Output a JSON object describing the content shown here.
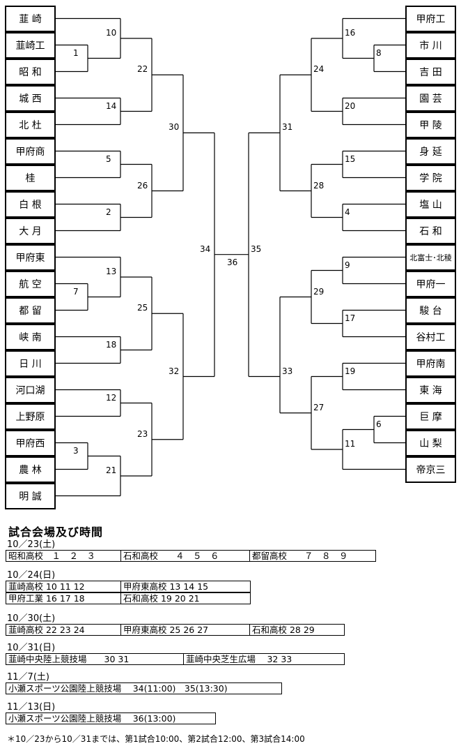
{
  "left_teams": [
    "韮 崎",
    "韮崎工",
    "昭 和",
    "城 西",
    "北 杜",
    "甲府商",
    "桂",
    "白 根",
    "大 月",
    "甲府東",
    "航 空",
    "都 留",
    "峡 南",
    "日 川",
    "河口湖",
    "上野原",
    "甲府西",
    "農 林",
    "明 誠"
  ],
  "right_teams": [
    "甲府工",
    "市 川",
    "吉 田",
    "園 芸",
    "甲 陵",
    "身 延",
    "学 院",
    "塩 山",
    "石 和",
    "北富士･北稜",
    "甲府一",
    "駿 台",
    "谷村工",
    "甲府南",
    "東 海",
    "巨 摩",
    "山 梨",
    "帝京三"
  ],
  "left_matches": {
    "m1": "1",
    "m10": "10",
    "m14": "14",
    "m22": "22",
    "m5": "5",
    "m2": "2",
    "m26": "26",
    "m30": "30",
    "m7": "7",
    "m13": "13",
    "m18": "18",
    "m25": "25",
    "m3": "3",
    "m21": "21",
    "m12": "12",
    "m23": "23",
    "m32": "32",
    "m34": "34"
  },
  "right_matches": {
    "m8": "8",
    "m16": "16",
    "m20": "20",
    "m24": "24",
    "m15": "15",
    "m4": "4",
    "m28": "28",
    "m31": "31",
    "m9": "9",
    "m17": "17",
    "m29": "29",
    "m6": "6",
    "m19": "19",
    "m11": "11",
    "m27": "27",
    "m33": "33",
    "m35": "35"
  },
  "final_match": "36",
  "schedule": {
    "title": "試合会場及び時間",
    "days": [
      {
        "date": "10／23(土)",
        "rows": [
          [
            "昭和高校　１　２　３",
            "石和高校　　４　５　６",
            "都留高校　　７　８　９"
          ]
        ]
      },
      {
        "date": "10／24(日)",
        "rows": [
          [
            "韮崎高校  10  11  12",
            "甲府東高校  13  14  15"
          ],
          [
            "甲府工業  16  17  18",
            "石和高校  19  20  21"
          ]
        ]
      },
      {
        "date": "10／30(土)",
        "rows": [
          [
            "韮崎高校  22  23  24",
            "甲府東高校  25  26  27",
            "石和高校  28  29"
          ]
        ]
      },
      {
        "date": "10／31(日)",
        "rows": [
          [
            "韮崎中央陸上競技場　　30  31",
            "韮崎中央芝生広場　 32  33"
          ]
        ]
      },
      {
        "date": "11／7(土)",
        "rows": [
          [
            "小瀬スポーツ公園陸上競技場　 34(11:00)　35(13:30)"
          ]
        ]
      },
      {
        "date": "11／13(日)",
        "rows": [
          [
            "小瀬スポーツ公園陸上競技場　 36(13:00)"
          ]
        ]
      }
    ],
    "note": "＊10／23から10／31までは、第1試合10:00、第2試合12:00、第3試合14:00"
  }
}
